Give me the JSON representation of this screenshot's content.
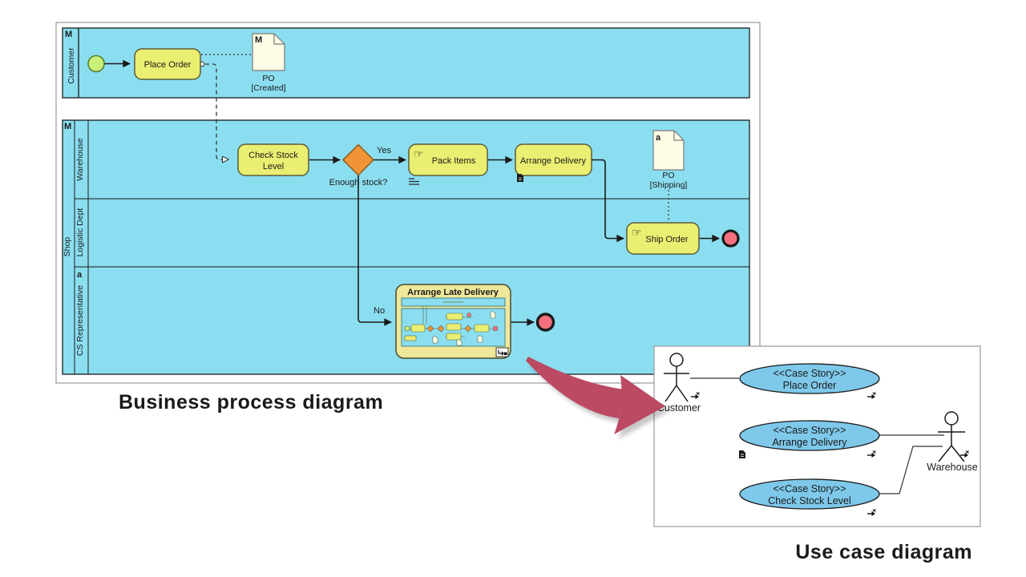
{
  "captions": {
    "bpd": "Business process diagram",
    "ucd": "Use case diagram"
  },
  "bpd": {
    "customer_pool": {
      "marker": "M",
      "name": "Customer"
    },
    "shop_pool": {
      "marker": "M",
      "name": "Shop",
      "lanes": [
        {
          "name": "Warehouse"
        },
        {
          "name": "Logistic Dept"
        },
        {
          "marker": "a",
          "name": "CS Representative"
        }
      ]
    },
    "tasks": {
      "place_order": {
        "label": "Place Order"
      },
      "check_stock": {
        "line1": "Check Stock",
        "line2": "Level"
      },
      "pack_items": {
        "label": "Pack Items"
      },
      "arrange_delivery": {
        "label": "Arrange Delivery"
      },
      "ship_order": {
        "label": "Ship Order"
      },
      "subprocess": {
        "label": "Arrange Late Delivery"
      }
    },
    "gateway": {
      "question": "Enough stock?",
      "yes": "Yes",
      "no": "No"
    },
    "documents": {
      "po_created": {
        "marker": "M",
        "name": "PO",
        "state": "[Created]"
      },
      "po_shipping": {
        "marker": "a",
        "name": "PO",
        "state": "[Shipping]"
      }
    },
    "icons": {
      "manual_task": "hand-icon",
      "worklist": "worklist-icon",
      "reference_doc": "document-icon",
      "drill_down": "drill-down-icon"
    }
  },
  "ucd": {
    "actors": [
      {
        "name": "Customer"
      },
      {
        "name": "Warehouse"
      }
    ],
    "use_cases": [
      {
        "stereotype": "<<Case Story>>",
        "name": "Place Order"
      },
      {
        "stereotype": "<<Case Story>>",
        "name": "Arrange Delivery"
      },
      {
        "stereotype": "<<Case Story>>",
        "name": "Check Stock Level"
      }
    ]
  },
  "colors": {
    "lane_fill": "#8BDEF0",
    "task_fill": "#EAEE71",
    "gateway_fill": "#F09437",
    "start_fill": "#C9F07A",
    "end_fill": "#F5707E",
    "doc_fill": "#FEFCE6",
    "subprocess_fill": "#EFE79A",
    "usecase_fill": "#7EC8EA",
    "arrow": "#BC4A63",
    "caption": "#4A4A4A"
  }
}
